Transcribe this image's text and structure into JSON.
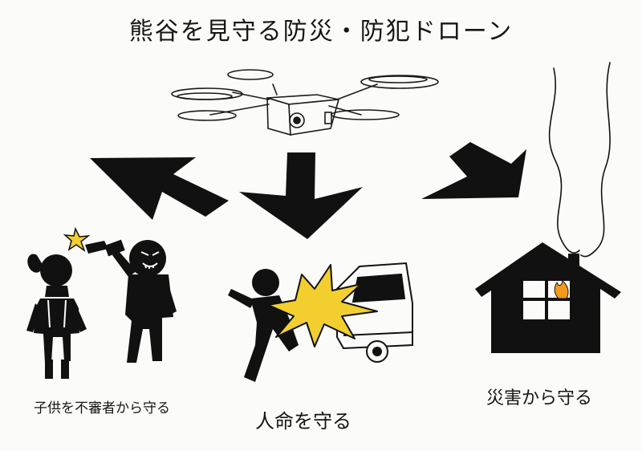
{
  "title": "熊谷を見守る防災・防犯ドローン",
  "captions": {
    "crime": "子供を不審者から守る",
    "life": "人命を守る",
    "disaster": "災害から守る"
  },
  "colors": {
    "ink": "#111111",
    "accent_yellow": "#f2cf2e",
    "fire_orange": "#f29a1a",
    "paper": "#fbfbf9"
  }
}
